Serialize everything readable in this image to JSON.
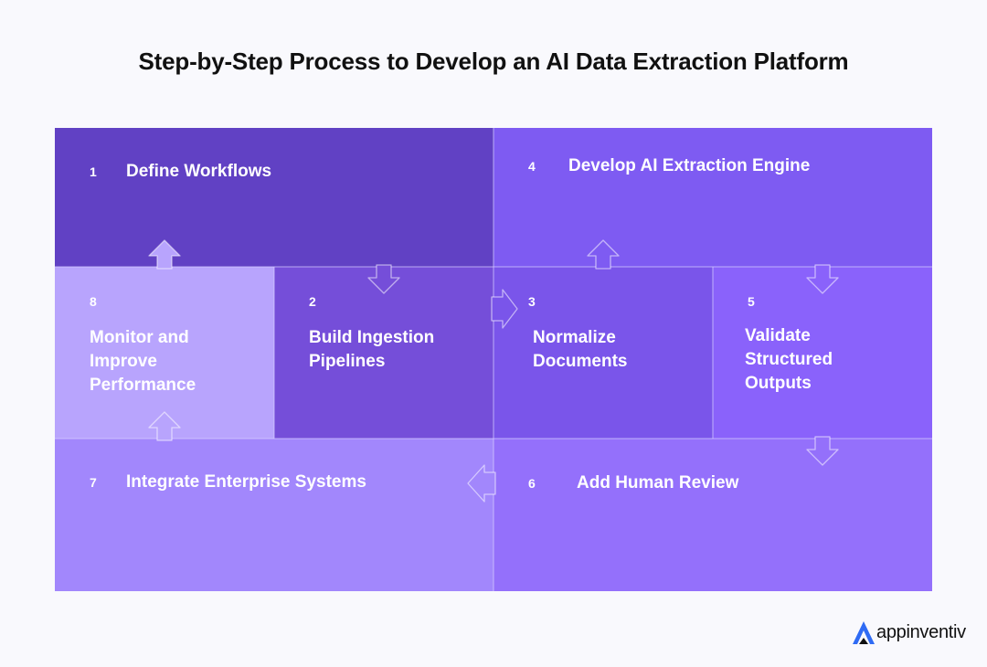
{
  "title": "Step-by-Step Process to Develop an AI Data Extraction Platform",
  "steps": [
    {
      "number": "1",
      "label": "Define Workflows"
    },
    {
      "number": "2",
      "label": "Build Ingestion\nPipelines"
    },
    {
      "number": "3",
      "label": "Normalize\nDocuments"
    },
    {
      "number": "4",
      "label": "Develop AI Extraction Engine"
    },
    {
      "number": "5",
      "label": "Validate\nStructured\nOutputs"
    },
    {
      "number": "6",
      "label": "Add Human Review"
    },
    {
      "number": "7",
      "label": "Integrate Enterprise Systems"
    },
    {
      "number": "8",
      "label": "Monitor and\nImprove\nPerformance"
    }
  ],
  "colors": {
    "step1": "#6141c4",
    "step2": "#754ed9",
    "step3": "#7a55ea",
    "step4": "#7e5bf2",
    "step5": "#8a62fb",
    "step6": "#9470fb",
    "step7": "#a287fc",
    "step8": "#b8a4fd",
    "divider": "#d5ccff",
    "logo_accent": "#2f6bf4"
  },
  "logo": {
    "text": "appinventiv",
    "icon": "appinventiv-logo-icon"
  }
}
